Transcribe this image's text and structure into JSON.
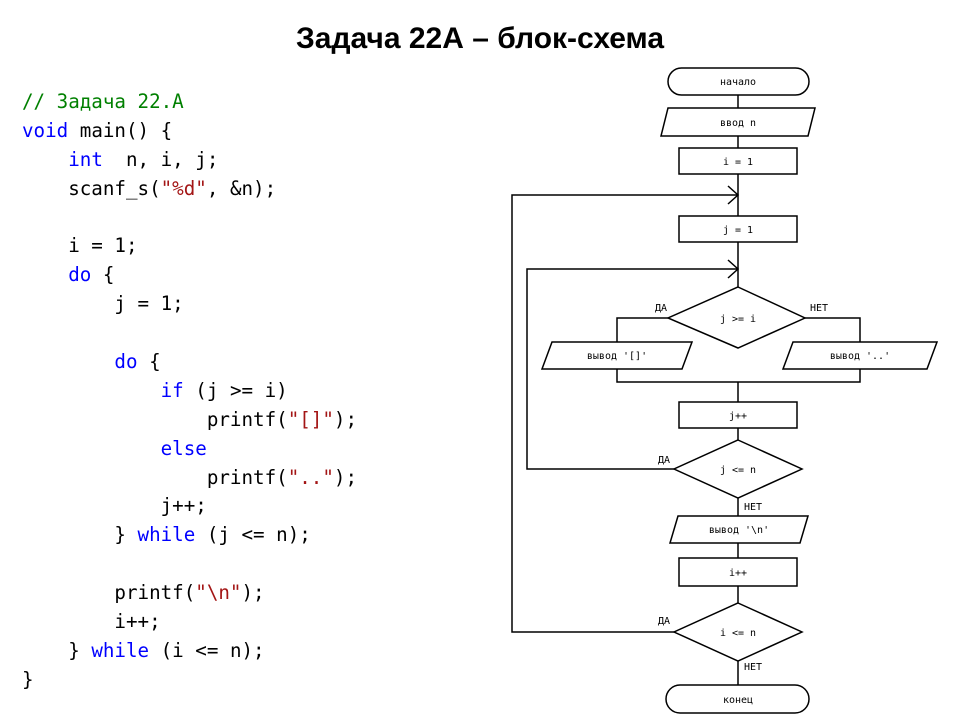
{
  "title": "Задача 22А – блок-схема",
  "code_lines": [
    [
      {
        "t": "// Задача 22.А",
        "c": "comment"
      }
    ],
    [
      {
        "t": "void",
        "c": "kw"
      },
      {
        "t": " main() {",
        "c": "plain"
      }
    ],
    [
      {
        "t": "    ",
        "c": "plain"
      },
      {
        "t": "int",
        "c": "kw"
      },
      {
        "t": "  n, i, j;",
        "c": "plain"
      }
    ],
    [
      {
        "t": "    scanf_s(",
        "c": "plain"
      },
      {
        "t": "\"%d\"",
        "c": "str"
      },
      {
        "t": ", &n);",
        "c": "plain"
      }
    ],
    [
      {
        "t": "",
        "c": "plain"
      }
    ],
    [
      {
        "t": "    i = 1;",
        "c": "plain"
      }
    ],
    [
      {
        "t": "    ",
        "c": "plain"
      },
      {
        "t": "do",
        "c": "kw"
      },
      {
        "t": " {",
        "c": "plain"
      }
    ],
    [
      {
        "t": "        j = 1;",
        "c": "plain"
      }
    ],
    [
      {
        "t": "",
        "c": "plain"
      }
    ],
    [
      {
        "t": "        ",
        "c": "plain"
      },
      {
        "t": "do",
        "c": "kw"
      },
      {
        "t": " {",
        "c": "plain"
      }
    ],
    [
      {
        "t": "            ",
        "c": "plain"
      },
      {
        "t": "if",
        "c": "kw"
      },
      {
        "t": " (j >= i)",
        "c": "plain"
      }
    ],
    [
      {
        "t": "                printf(",
        "c": "plain"
      },
      {
        "t": "\"[]\"",
        "c": "str"
      },
      {
        "t": ");",
        "c": "plain"
      }
    ],
    [
      {
        "t": "            ",
        "c": "plain"
      },
      {
        "t": "else",
        "c": "kw"
      }
    ],
    [
      {
        "t": "                printf(",
        "c": "plain"
      },
      {
        "t": "\"..\"",
        "c": "str"
      },
      {
        "t": ");",
        "c": "plain"
      }
    ],
    [
      {
        "t": "            j++;",
        "c": "plain"
      }
    ],
    [
      {
        "t": "        } ",
        "c": "plain"
      },
      {
        "t": "while",
        "c": "kw"
      },
      {
        "t": " (j <= n);",
        "c": "plain"
      }
    ],
    [
      {
        "t": "",
        "c": "plain"
      }
    ],
    [
      {
        "t": "        printf(",
        "c": "plain"
      },
      {
        "t": "\"\\n\"",
        "c": "str"
      },
      {
        "t": ");",
        "c": "plain"
      }
    ],
    [
      {
        "t": "        i++;",
        "c": "plain"
      }
    ],
    [
      {
        "t": "    } ",
        "c": "plain"
      },
      {
        "t": "while",
        "c": "kw"
      },
      {
        "t": " (i <= n);",
        "c": "plain"
      }
    ],
    [
      {
        "t": "}",
        "c": "plain"
      }
    ]
  ],
  "colors": {
    "comment": "#008000",
    "keyword": "#0000ff",
    "string": "#a31515",
    "text": "#000000"
  },
  "flowchart": {
    "start": "начало",
    "input": "ввод n",
    "init_i": "i = 1",
    "init_j": "j = 1",
    "cond_inner": "j >= i",
    "out_brackets": "вывод '[]'",
    "out_dots": "вывод '..'",
    "inc_j": "j++",
    "cond_loop_j": "j <= n",
    "out_newline": "вывод '\\n'",
    "inc_i": "i++",
    "cond_loop_i": "i <= n",
    "end": "конец",
    "yes": "ДА",
    "no": "НЕТ"
  }
}
